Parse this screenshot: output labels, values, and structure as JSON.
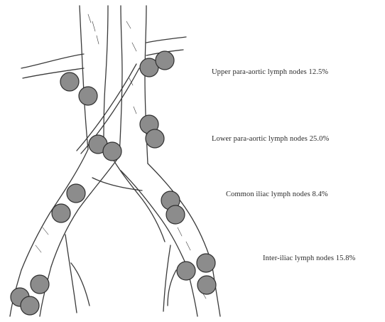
{
  "labels": {
    "upper": "Upper para-aortic lymph nodes 12.5%",
    "lower": "Lower para-aortic lymph nodes 25.0%",
    "common": "Common iliac lymph nodes 8.4%",
    "inter": "Inter-iliac lymph nodes 15.8%"
  },
  "node_groups": [
    {
      "name": "upper-para-aortic",
      "percent": 12.5,
      "count": 4
    },
    {
      "name": "lower-para-aortic",
      "percent": 25.0,
      "count": 4
    },
    {
      "name": "common-iliac",
      "percent": 8.4,
      "count": 4
    },
    {
      "name": "inter-iliac",
      "percent": 15.8,
      "count": 6
    }
  ],
  "colors": {
    "node_fill": "#8c8c8c",
    "node_stroke": "#2f2f2f",
    "vessel_stroke": "#3a3a3a",
    "text": "#2a2a2a"
  }
}
